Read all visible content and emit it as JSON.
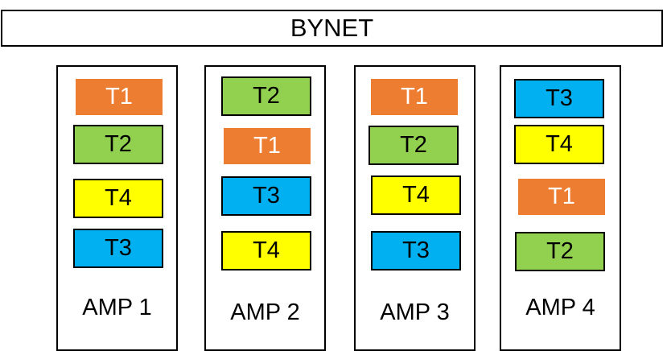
{
  "bynet": {
    "label": "BYNET"
  },
  "colors": {
    "T1": "#ED7D31",
    "T2": "#92D050",
    "T3": "#00B0F0",
    "T4": "#FFFF00"
  },
  "amps": [
    {
      "label": "AMP 1",
      "tables": [
        "T1",
        "T2",
        "T4",
        "T3"
      ]
    },
    {
      "label": "AMP 2",
      "tables": [
        "T2",
        "T1",
        "T3",
        "T4"
      ]
    },
    {
      "label": "AMP 3",
      "tables": [
        "T1",
        "T2",
        "T4",
        "T3"
      ]
    },
    {
      "label": "AMP 4",
      "tables": [
        "T3",
        "T4",
        "T1",
        "T2"
      ]
    }
  ]
}
